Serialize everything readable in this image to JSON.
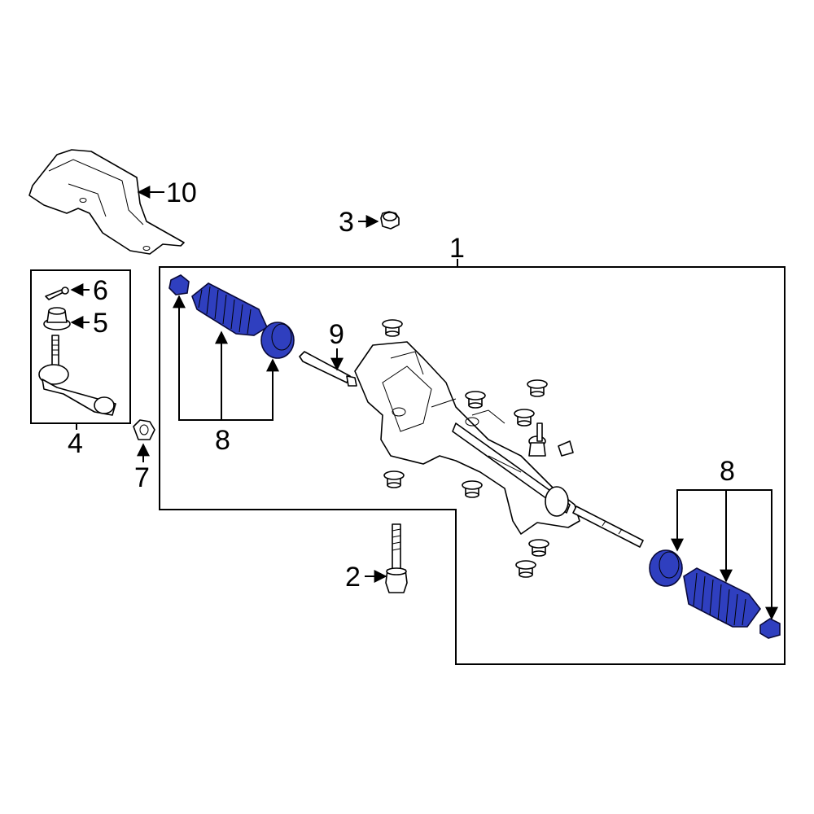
{
  "diagram": {
    "highlight_color": "#2f3fbf",
    "highlight_shade": "#1a2680",
    "callouts": {
      "c1": "1",
      "c2": "2",
      "c3": "3",
      "c4": "4",
      "c5": "5",
      "c6": "6",
      "c7": "7",
      "c8_left": "8",
      "c8_right": "8",
      "c9": "9",
      "c10": "10"
    }
  }
}
